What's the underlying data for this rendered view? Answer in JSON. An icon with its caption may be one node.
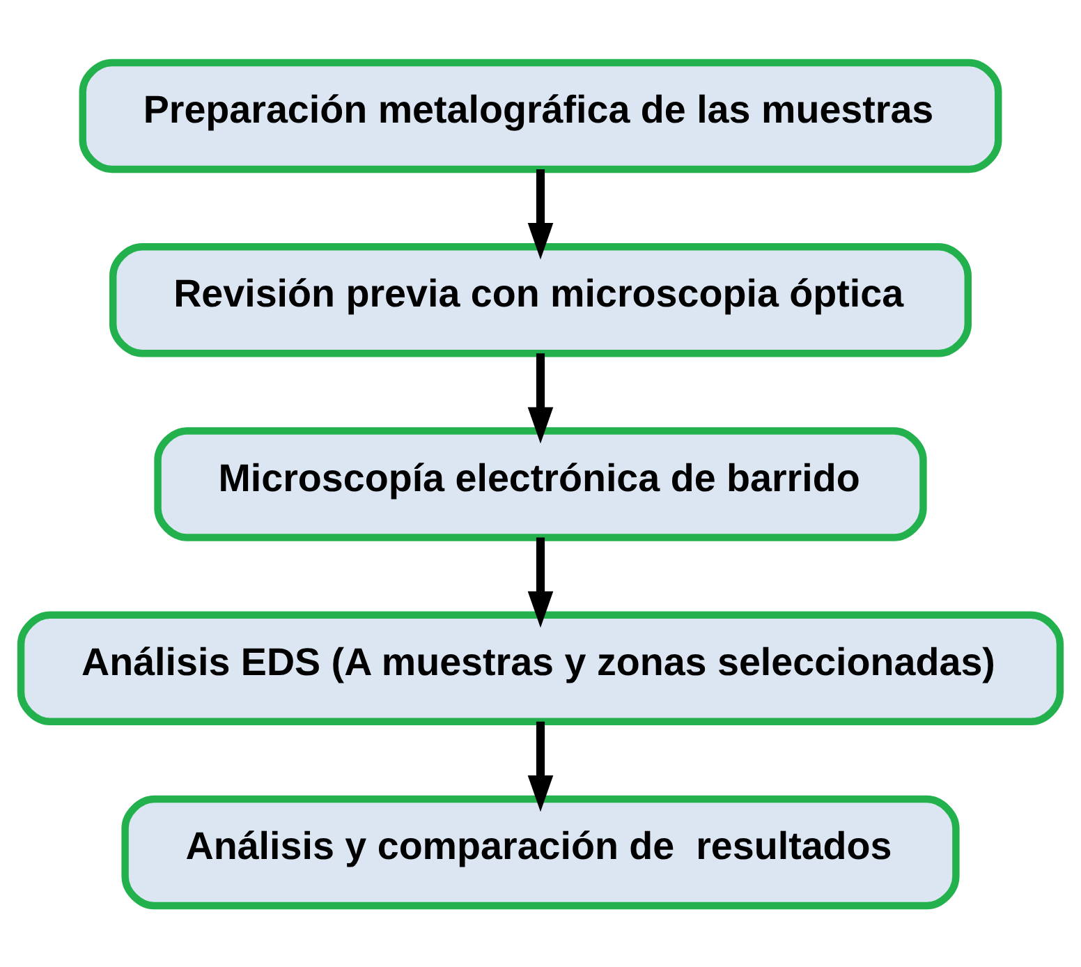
{
  "diagram": {
    "nodes": [
      {
        "text": [
          "Preparación metalográfica de las muestras"
        ]
      },
      {
        "text": [
          "Revisión previa con microscopia óptica"
        ]
      },
      {
        "text": [
          "Microscopía electrónica de barrido"
        ]
      },
      {
        "text": [
          "Análisis EDS (A muestras y zonas seleccionadas)"
        ]
      },
      {
        "text": [
          "Análisis y comparación de  resultados"
        ]
      }
    ],
    "edges": [
      {
        "from": 0,
        "to": 1,
        "arrow": "to"
      },
      {
        "from": 1,
        "to": 2,
        "arrow": "to"
      },
      {
        "from": 2,
        "to": 3,
        "arrow": "to"
      },
      {
        "from": 3,
        "to": 4,
        "arrow": "to"
      }
    ]
  }
}
